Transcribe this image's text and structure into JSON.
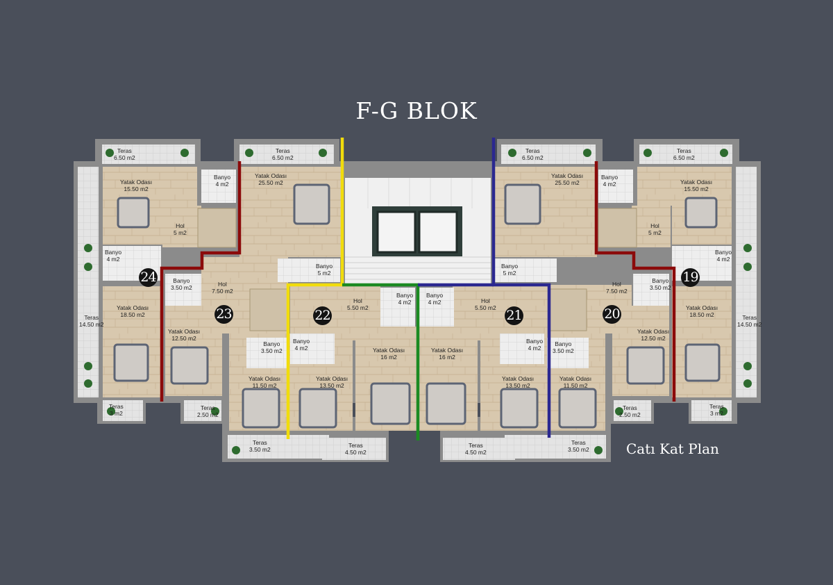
{
  "title": "F-G BLOK",
  "subtitle": "Catı Kat Plan",
  "colors": {
    "background": "#4a4f5a",
    "wall": "#8a8a8a",
    "floor_wood": "#d9c9b0",
    "tile": "#ececec",
    "divider_red": "#8b0a0a",
    "divider_yellow": "#f1dc0c",
    "divider_green": "#1c8a22",
    "divider_blue": "#2b2890"
  },
  "unit_numbers": [
    "24",
    "23",
    "22",
    "21",
    "20",
    "19"
  ],
  "rooms": [
    {
      "name": "Teras",
      "area": "6.50 m2"
    },
    {
      "name": "Teras",
      "area": "6.50 m2"
    },
    {
      "name": "Teras",
      "area": "6.50 m2"
    },
    {
      "name": "Teras",
      "area": "6.50 m2"
    },
    {
      "name": "Yatak Odası",
      "area": "15.50 m2"
    },
    {
      "name": "Banyo",
      "area": "4 m2"
    },
    {
      "name": "Yatak Odası",
      "area": "25.50 m2"
    },
    {
      "name": "Yatak Odası",
      "area": "25.50 m2"
    },
    {
      "name": "Banyo",
      "area": "4 m2"
    },
    {
      "name": "Yatak Odası",
      "area": "15.50 m2"
    },
    {
      "name": "Hol",
      "area": "5 m2"
    },
    {
      "name": "Hol",
      "area": "5 m2"
    },
    {
      "name": "Banyo",
      "area": "4 m2"
    },
    {
      "name": "Banyo",
      "area": "5 m2"
    },
    {
      "name": "Banyo",
      "area": "5 m2"
    },
    {
      "name": "Banyo",
      "area": "4 m2"
    },
    {
      "name": "Banyo",
      "area": "3.50 m2"
    },
    {
      "name": "Hol",
      "area": "7.50 m2"
    },
    {
      "name": "Hol",
      "area": "5.50 m2"
    },
    {
      "name": "Banyo",
      "area": "4 m2"
    },
    {
      "name": "Banyo",
      "area": "4 m2"
    },
    {
      "name": "Hol",
      "area": "5.50 m2"
    },
    {
      "name": "Hol",
      "area": "7.50 m2"
    },
    {
      "name": "Banyo",
      "area": "3.50 m2"
    },
    {
      "name": "Yatak Odası",
      "area": "18.50 m2"
    },
    {
      "name": "Yatak Odası",
      "area": "18.50 m2"
    },
    {
      "name": "Teras",
      "area": "14.50 m2"
    },
    {
      "name": "Teras",
      "area": "14.50 m2"
    },
    {
      "name": "Yatak Odası",
      "area": "12.50 m2"
    },
    {
      "name": "Yatak Odası",
      "area": "12.50 m2"
    },
    {
      "name": "Banyo",
      "area": "3.50 m2"
    },
    {
      "name": "Banyo",
      "area": "4 m2"
    },
    {
      "name": "Yatak Odası",
      "area": "16 m2"
    },
    {
      "name": "Yatak Odası",
      "area": "16 m2"
    },
    {
      "name": "Banyo",
      "area": "4 m2"
    },
    {
      "name": "Banyo",
      "area": "3.50 m2"
    },
    {
      "name": "Yatak Odası",
      "area": "11.50 m2"
    },
    {
      "name": "Yatak Odası",
      "area": "13.50 m2"
    },
    {
      "name": "Yatak Odası",
      "area": "13.50 m2"
    },
    {
      "name": "Yatak Odası",
      "area": "11.50 m2"
    },
    {
      "name": "Teras",
      "area": "3 m2"
    },
    {
      "name": "Teras",
      "area": "2.50 m2"
    },
    {
      "name": "Teras",
      "area": "2.50 m2"
    },
    {
      "name": "Teras",
      "area": "3 m2"
    },
    {
      "name": "Teras",
      "area": "3.50 m2"
    },
    {
      "name": "Teras",
      "area": "4.50 m2"
    },
    {
      "name": "Teras",
      "area": "4.50 m2"
    },
    {
      "name": "Teras",
      "area": "3.50 m2"
    }
  ]
}
